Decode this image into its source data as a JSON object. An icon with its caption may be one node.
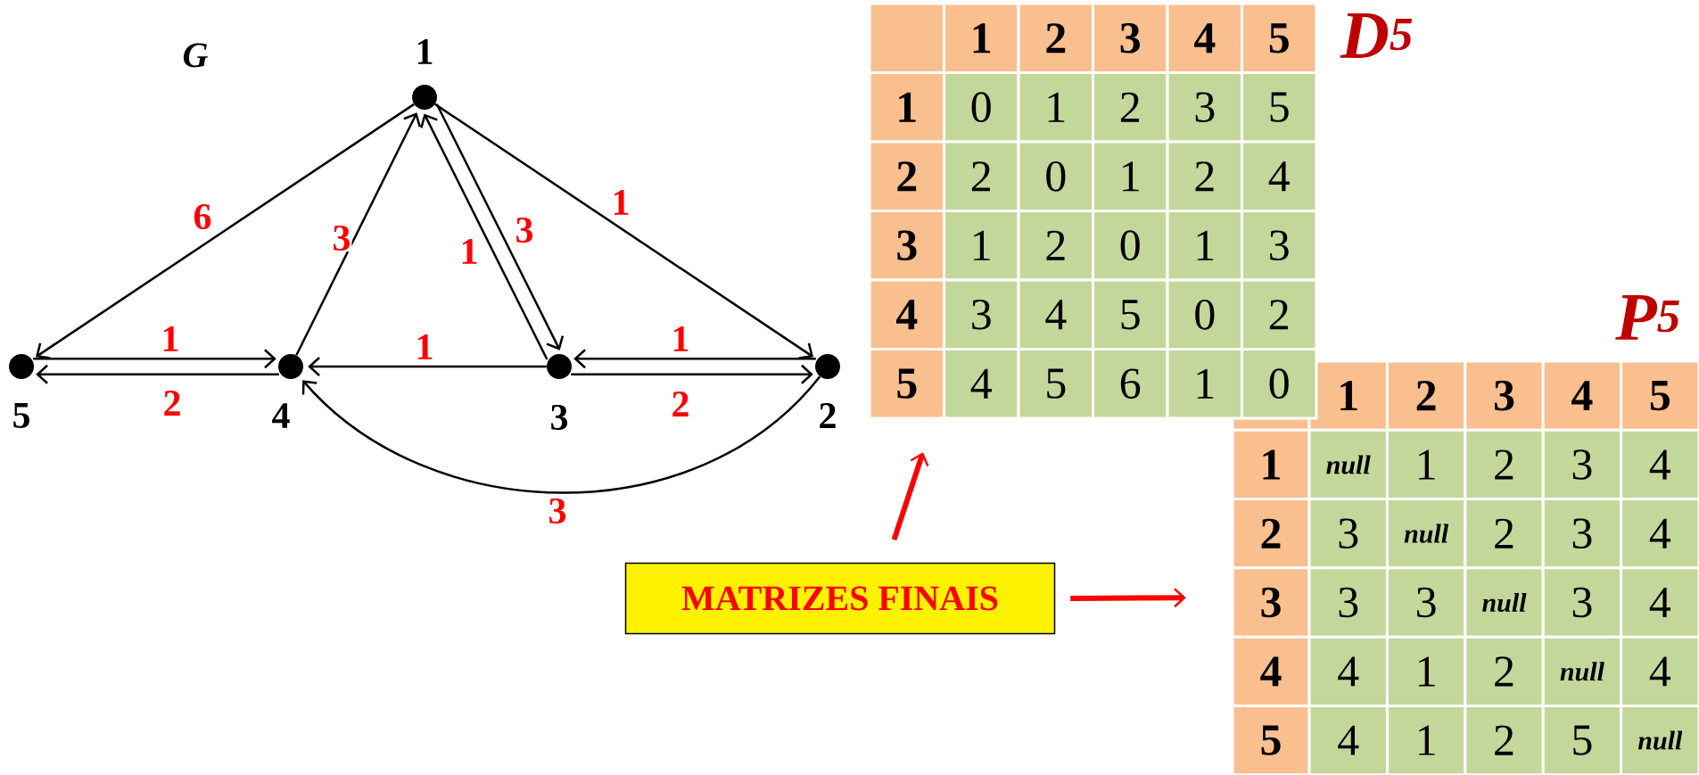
{
  "diagram": {
    "nodes": [
      {
        "text": [
          "1"
        ]
      },
      {
        "text": [
          "5"
        ]
      },
      {
        "text": [
          "4"
        ]
      },
      {
        "text": [
          "3"
        ]
      },
      {
        "text": [
          "2"
        ]
      },
      {
        "text": [
          "D$^{5}$"
        ]
      },
      {
        "text": [
          "MATRIZES FINAIS"
        ]
      },
      {
        "text": [
          "P$^{5}$"
        ]
      }
    ],
    "edges": [
      {
        "from": 0,
        "to": 1,
        "arrow": "to",
        "label": "6"
      },
      {
        "from": 1,
        "to": 2,
        "arrow": "to",
        "label": "1"
      },
      {
        "from": 2,
        "to": 1,
        "arrow": "to",
        "label": "2"
      },
      {
        "from": 2,
        "to": 0,
        "arrow": "to",
        "label": "3"
      },
      {
        "from": 3,
        "to": 0,
        "arrow": "to",
        "label": "1"
      },
      {
        "from": 0,
        "to": 3,
        "arrow": "to",
        "label": "3"
      },
      {
        "from": 0,
        "to": 4,
        "arrow": "to",
        "label": "1"
      },
      {
        "from": 3,
        "to": 2,
        "arrow": "to",
        "label": "1"
      },
      {
        "from": 4,
        "to": 3,
        "arrow": "to",
        "label": "1"
      },
      {
        "from": 3,
        "to": 4,
        "arrow": "to",
        "label": "2"
      },
      {
        "from": 4,
        "to": 2,
        "arrow": "to",
        "label": "3"
      },
      {
        "from": 6,
        "to": 5,
        "arrow": "to",
        "style": "thick",
        "color": "#ff0000"
      },
      {
        "from": 6,
        "to": 7,
        "arrow": "to",
        "style": "thick",
        "color": "#ff0000"
      }
    ],
    "labels": [
      "G",
      "1",
      "2",
      "3",
      "4",
      "5",
      "1",
      "0",
      "1",
      "2",
      "3",
      "5",
      "2",
      "2",
      "0",
      "1",
      "2",
      "4",
      "3",
      "1",
      "2",
      "0",
      "1",
      "3",
      "4",
      "3",
      "4",
      "5",
      "0",
      "2",
      "5",
      "4",
      "5",
      "6",
      "1",
      "0",
      "1",
      "2",
      "3",
      "4",
      "5",
      "1",
      "null",
      "1",
      "2",
      "3",
      "4",
      "2",
      "3",
      "null",
      "2",
      "3",
      "4",
      "3",
      "3",
      "3",
      "null",
      "3",
      "4",
      "4",
      "4",
      "1",
      "2",
      "null",
      "4",
      "5",
      "4",
      "1",
      "2",
      "5",
      "null"
    ]
  }
}
